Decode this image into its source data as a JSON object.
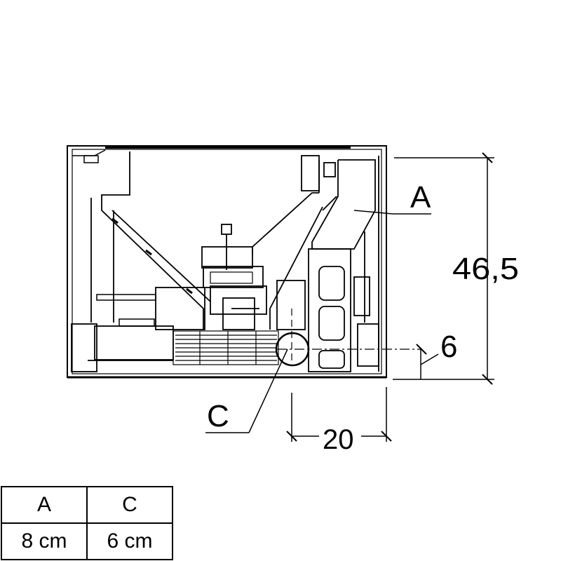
{
  "labels": {
    "a": "A",
    "c": "C",
    "height": "46,5",
    "offset": "6",
    "width": "20"
  },
  "legend": {
    "headers": [
      "A",
      "C"
    ],
    "values": [
      "8 cm",
      "6 cm"
    ]
  },
  "colors": {
    "ink": "#000000",
    "background": "#ffffff"
  }
}
